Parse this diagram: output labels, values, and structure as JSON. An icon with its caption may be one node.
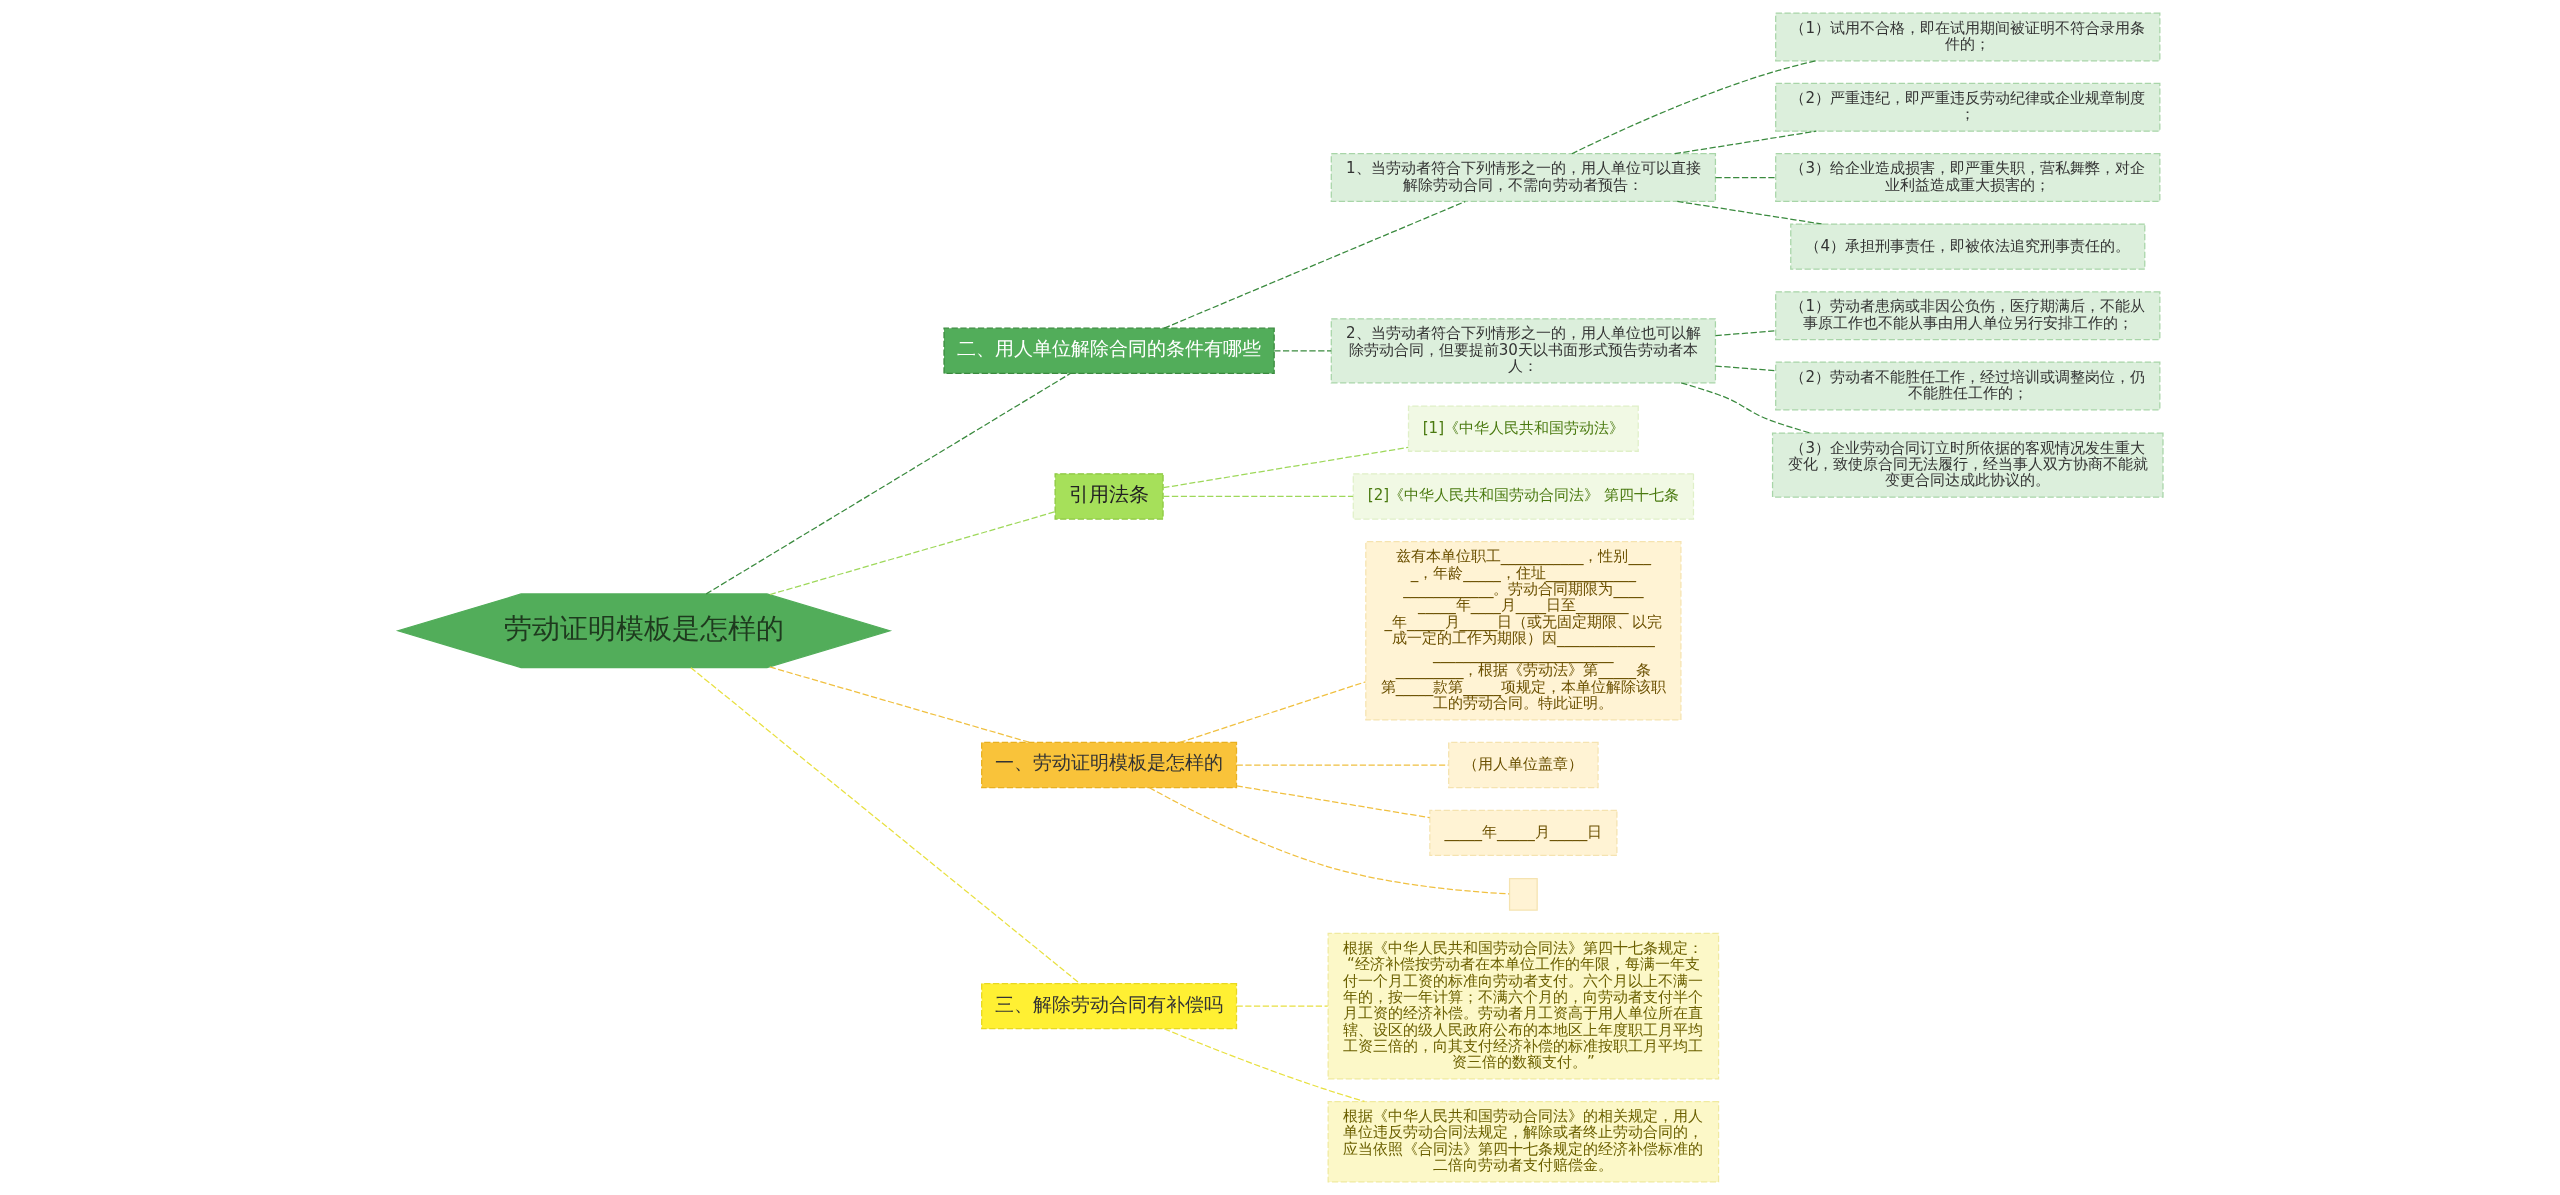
{
  "diagram": {
    "nodes": [
      {
        "text": [
          "劳动证明模板是怎样的"
        ]
      },
      {
        "text": [
          "二、用人单位解除合同的条件有哪些"
        ]
      },
      {
        "text": [
          "1、当劳动者符合下列情形之一的，用人单位可以直接解除劳动合同，不需向劳动者预告："
        ]
      },
      {
        "text": [
          "（1）试用不合格，即在试用期间被证明不符合录用条件的；"
        ]
      },
      {
        "text": [
          "（2）严重违纪，即严重违反劳动纪律或企业规章制度；"
        ]
      },
      {
        "text": [
          "（3）给企业造成损害，即严重失职，营私舞弊，对企业利益造成重大损害的；"
        ]
      },
      {
        "text": [
          "（4）承担刑事责任，即被依法追究刑事责任的。"
        ]
      },
      {
        "text": [
          "2、当劳动者符合下列情形之一的，用人单位也可以解除劳动合同，但要提前30天以书面形式预告劳动者本人："
        ]
      },
      {
        "text": [
          "（1）劳动者患病或非因公负伤，医疗期满后，不能从事原工作也不能从事由用人单位另行安排工作的；"
        ]
      },
      {
        "text": [
          "（2）劳动者不能胜任工作，经过培训或调整岗位，仍不能胜任工作的；"
        ]
      },
      {
        "text": [
          "（3）企业劳动合同订立时所依据的客观情况发生重大变化，致使原合同无法履行，经当事人双方协商不能就变更合同达成此协议的。"
        ]
      },
      {
        "text": [
          "引用法条"
        ]
      },
      {
        "text": [
          "[1]《中华人民共和国劳动法》"
        ]
      },
      {
        "text": [
          "[2]《中华人民共和国劳动合同法》 第四十七条"
        ]
      },
      {
        "text": [
          "一、劳动证明模板是怎样的"
        ]
      },
      {
        "text": [
          "兹有本单位职工___________，性别____，年龄_____，住址________________________。劳动合同期限为_________年____月____日至________年_____月_____日（或无固定期限、以完成一定的工作为期限）因______________________________________________，根据《劳动法》第_____条第_____款第_____项规定，本单位解除该职工的劳动合同。特此证明。"
        ]
      },
      {
        "text": [
          "（用人单位盖章）"
        ]
      },
      {
        "text": [
          "_____年_____月_____日"
        ]
      },
      {
        "text": [],
        "shape": "box"
      },
      {
        "text": [
          "三、解除劳动合同有补偿吗"
        ]
      },
      {
        "text": [
          "根据《中华人民共和国劳动合同法》第四十七条规定：“经济补偿按劳动者在本单位工作的年限，每满一年支付一个月工资的标准向劳动者支付。六个月以上不满一年的，按一年计算；不满六个月的，向劳动者支付半个月工资的经济补偿。劳动者月工资高于用人单位所在直辖、设区的级人民政府公布的本地区上年度职工月平均工资三倍的，向其支付经济补偿的标准按职工月平均工资三倍的数额支付。”"
        ]
      },
      {
        "text": [
          "根据《中华人民共和国劳动合同法》的相关规定，用人单位违反劳动合同法规定，解除或者终止劳动合同的，应当依照《合同法》第四十七条规定的经济补偿标准的二倍向劳动者支付赔偿金。"
        ]
      }
    ],
    "edges": [
      {
        "from": 0,
        "to": 1,
        "arrow": "none",
        "style": "dashed"
      },
      {
        "from": 1,
        "to": 2,
        "arrow": "none",
        "style": "dashed"
      },
      {
        "from": 2,
        "to": 3,
        "arrow": "none",
        "style": "dashed"
      },
      {
        "from": 2,
        "to": 4,
        "arrow": "none",
        "style": "dashed"
      },
      {
        "from": 2,
        "to": 5,
        "arrow": "none",
        "style": "dashed"
      },
      {
        "from": 2,
        "to": 6,
        "arrow": "none",
        "style": "dashed"
      },
      {
        "from": 1,
        "to": 7,
        "arrow": "none",
        "style": "dashed"
      },
      {
        "from": 7,
        "to": 8,
        "arrow": "none",
        "style": "dashed"
      },
      {
        "from": 7,
        "to": 9,
        "arrow": "none",
        "style": "dashed"
      },
      {
        "from": 7,
        "to": 10,
        "arrow": "none",
        "style": "dashed"
      },
      {
        "from": 0,
        "to": 11,
        "arrow": "none",
        "style": "dashed",
        "color": "#9ed85a"
      },
      {
        "from": 11,
        "to": 12,
        "arrow": "none",
        "style": "dashed",
        "color": "#9ed85a"
      },
      {
        "from": 11,
        "to": 13,
        "arrow": "none",
        "style": "dashed",
        "color": "#9ed85a"
      },
      {
        "from": 0,
        "to": 14,
        "arrow": "none",
        "style": "dashed",
        "color": "#f0c040"
      },
      {
        "from": 14,
        "to": 15,
        "arrow": "none",
        "style": "dashed",
        "color": "#f0c040"
      },
      {
        "from": 14,
        "to": 16,
        "arrow": "none",
        "style": "dashed",
        "color": "#f0c040"
      },
      {
        "from": 14,
        "to": 17,
        "arrow": "none",
        "style": "dashed",
        "color": "#f0c040"
      },
      {
        "from": 14,
        "to": 18,
        "arrow": "none",
        "style": "dashed",
        "color": "#f0c040"
      },
      {
        "from": 0,
        "to": 19,
        "arrow": "none",
        "style": "dashed",
        "color": "#e8e040"
      },
      {
        "from": 19,
        "to": 20,
        "arrow": "none",
        "style": "dashed",
        "color": "#e8e040"
      },
      {
        "from": 19,
        "to": 21,
        "arrow": "none",
        "style": "dashed",
        "color": "#e8e040"
      }
    ]
  }
}
